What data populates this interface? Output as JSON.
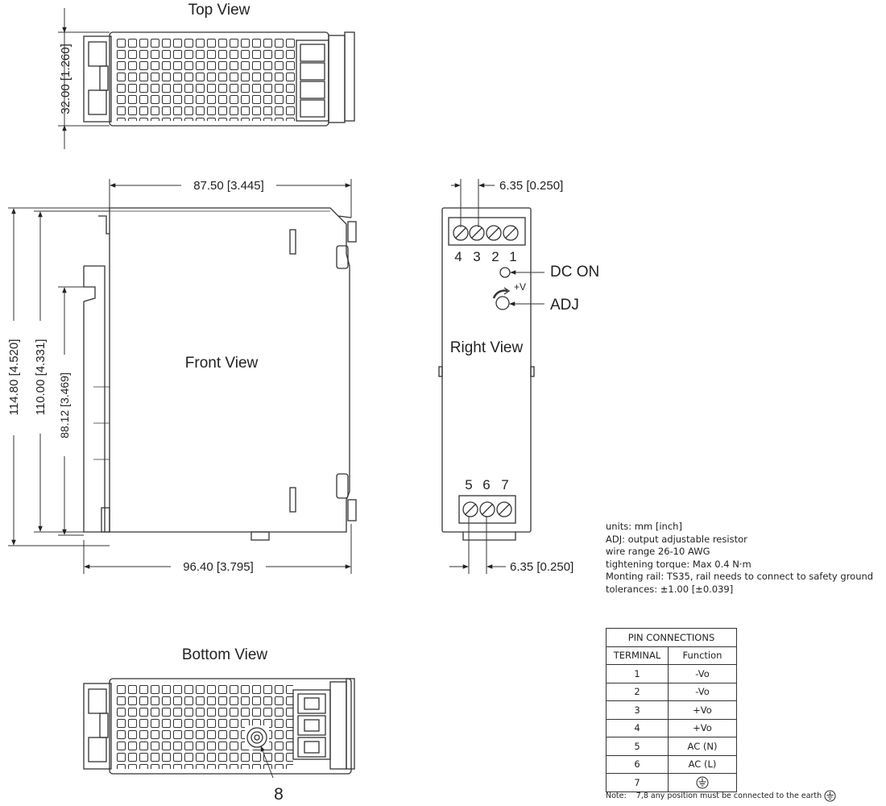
{
  "views": {
    "top": "Top View",
    "front": "Front View",
    "right": "Right View",
    "bottom": "Bottom View"
  },
  "dimensions": {
    "top_height": "32.00 [1.260]",
    "front_width_top": "87.50 [3.445]",
    "front_width_bottom": "96.40 [3.795]",
    "height_overall": "114.80 [4.520]",
    "height_body": "110.00 [4.331]",
    "height_rail": "88.12 [3.469]",
    "pitch_top": "6.35 [0.250]",
    "pitch_bottom": "6.35 [0.250]"
  },
  "right_view": {
    "terminal_numbers_top": [
      "4",
      "3",
      "2",
      "1"
    ],
    "terminal_numbers_bottom": [
      "5",
      "6",
      "7"
    ],
    "dc_on": "DC ON",
    "adj": "ADJ",
    "plus_v": "+V"
  },
  "bottom_view": {
    "ground_marker": "8"
  },
  "notes": [
    "units: mm [inch]",
    "ADJ: output adjustable resistor",
    "wire range 26-10 AWG",
    "tightening torque: Max 0.4 N·m",
    "Monting rail: TS35, rail needs to connect to safety ground",
    "tolerances: ±1.00 [±0.039]"
  ],
  "pin_table": {
    "title": "PIN CONNECTIONS",
    "headers": [
      "TERMINAL",
      "Function"
    ],
    "rows": [
      {
        "terminal": "1",
        "function": "-Vo"
      },
      {
        "terminal": "2",
        "function": "-Vo"
      },
      {
        "terminal": "3",
        "function": "+Vo"
      },
      {
        "terminal": "4",
        "function": "+Vo"
      },
      {
        "terminal": "5",
        "function": "AC (N)"
      },
      {
        "terminal": "6",
        "function": "AC (L)"
      },
      {
        "terminal": "7",
        "function": "",
        "icon": "earth-ground-icon"
      }
    ]
  },
  "footnote": {
    "prefix": "Note:",
    "text": "7,8 any position must be connected to the earth",
    "icon": "earth-ground-icon"
  }
}
